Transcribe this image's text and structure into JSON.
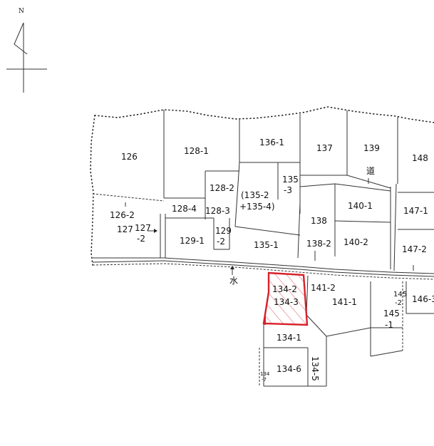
{
  "north_label": "N",
  "road_label": "道",
  "water_label": "水",
  "highlight_color": "#d9202a",
  "parcels": {
    "p126": "126",
    "p128_1": "128-1",
    "p136_1": "136-1",
    "p137": "137",
    "p139": "139",
    "p148": "148",
    "p128_2": "128-2",
    "p135_2a": "(135-2",
    "p135_2b": "+135-4)",
    "p135_3a": "135",
    "p135_3b": "-3",
    "p126_2": "126-2",
    "p127": "127",
    "p127_2a": "127",
    "p127_2b": "-2",
    "p128_4": "128-4",
    "p128_3": "128-3",
    "p129_1": "129-1",
    "p129_2a": "129",
    "p129_2b": "-2",
    "p135_1": "135-1",
    "p138": "138",
    "p140_1": "140-1",
    "p147_1": "147-1",
    "p138_2": "138-2",
    "p140_2": "140-2",
    "p147_2": "147-2",
    "p134_2": "134-2",
    "p134_3": "134-3",
    "p141_2": "141-2",
    "p141_1": "141-1",
    "p145_2a": "145",
    "p145_2b": "-2",
    "p145_1a": "145",
    "p145_1b": "-1",
    "p146_3": "146-3",
    "p134_1": "134-1",
    "p134_6": "134-6",
    "p134_5": "134-5",
    "p134_7a": "134",
    "p134_7b": "-7"
  }
}
